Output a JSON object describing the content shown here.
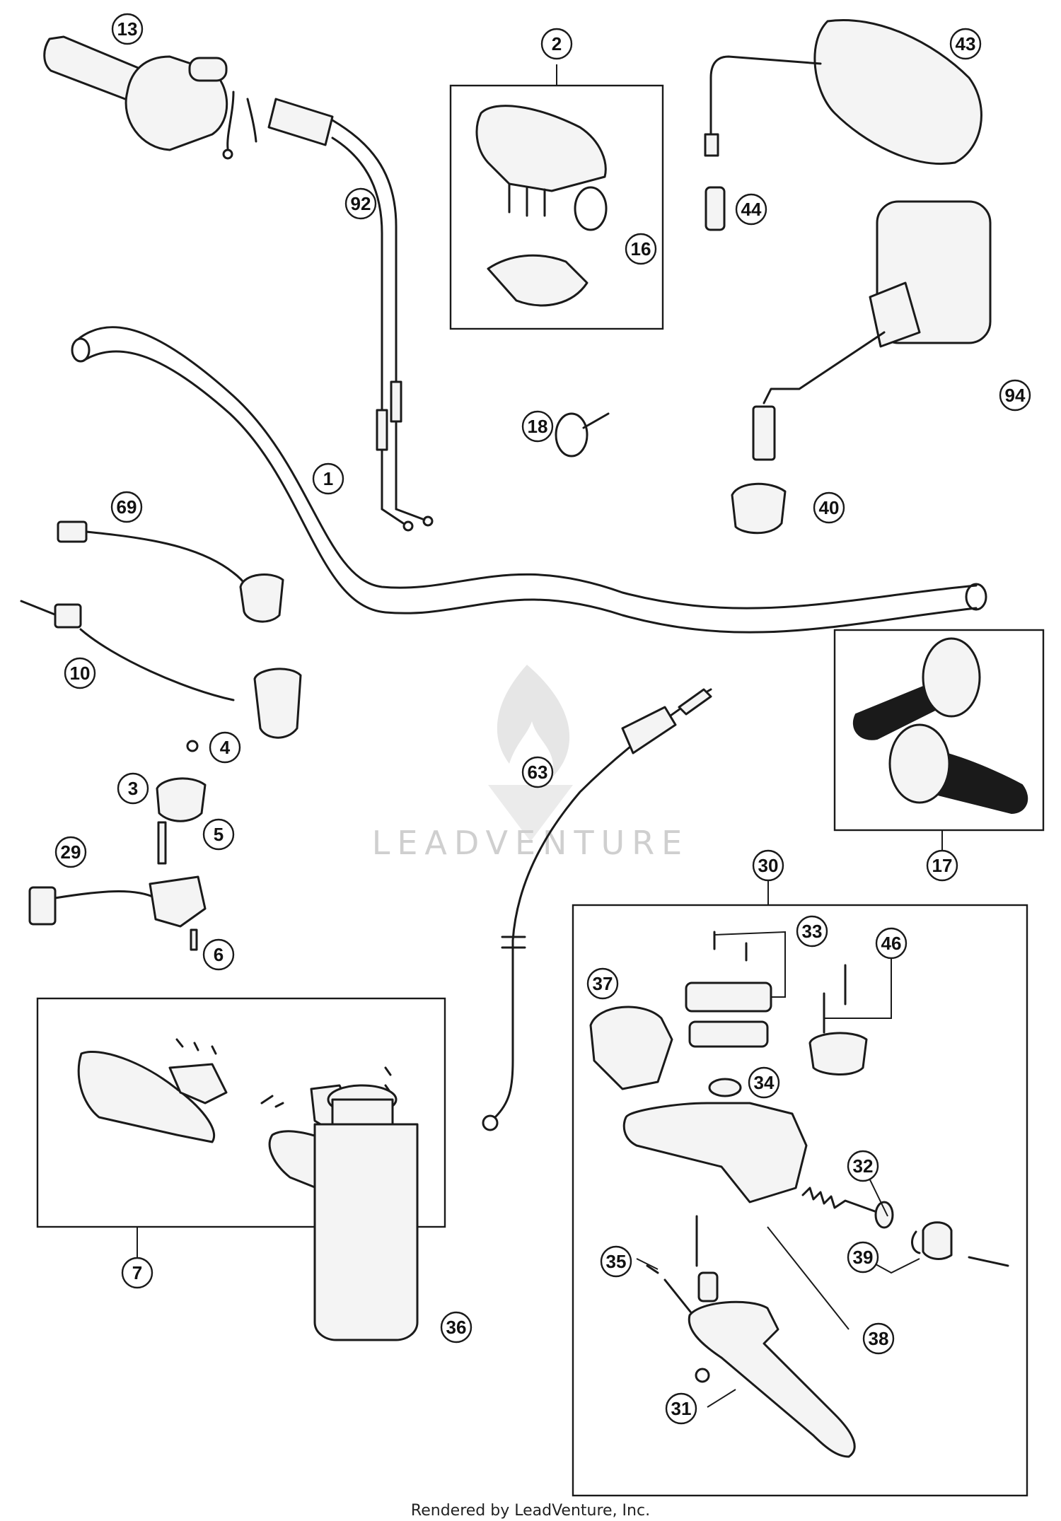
{
  "callouts": [
    {
      "label": "13"
    },
    {
      "label": "2"
    },
    {
      "label": "43"
    },
    {
      "label": "44"
    },
    {
      "label": "92"
    },
    {
      "label": "16"
    },
    {
      "label": "94"
    },
    {
      "label": "18"
    },
    {
      "label": "1"
    },
    {
      "label": "69"
    },
    {
      "label": "40"
    },
    {
      "label": "10"
    },
    {
      "label": "4"
    },
    {
      "label": "3"
    },
    {
      "label": "63"
    },
    {
      "label": "5"
    },
    {
      "label": "17"
    },
    {
      "label": "29"
    },
    {
      "label": "30"
    },
    {
      "label": "33"
    },
    {
      "label": "6"
    },
    {
      "label": "46"
    },
    {
      "label": "37"
    },
    {
      "label": "34"
    },
    {
      "label": "32"
    },
    {
      "label": "39"
    },
    {
      "label": "7"
    },
    {
      "label": "35"
    },
    {
      "label": "36"
    },
    {
      "label": "38"
    },
    {
      "label": "31"
    }
  ],
  "watermark": "LEADVENTURE",
  "footer": "Rendered by LeadVenture, Inc."
}
